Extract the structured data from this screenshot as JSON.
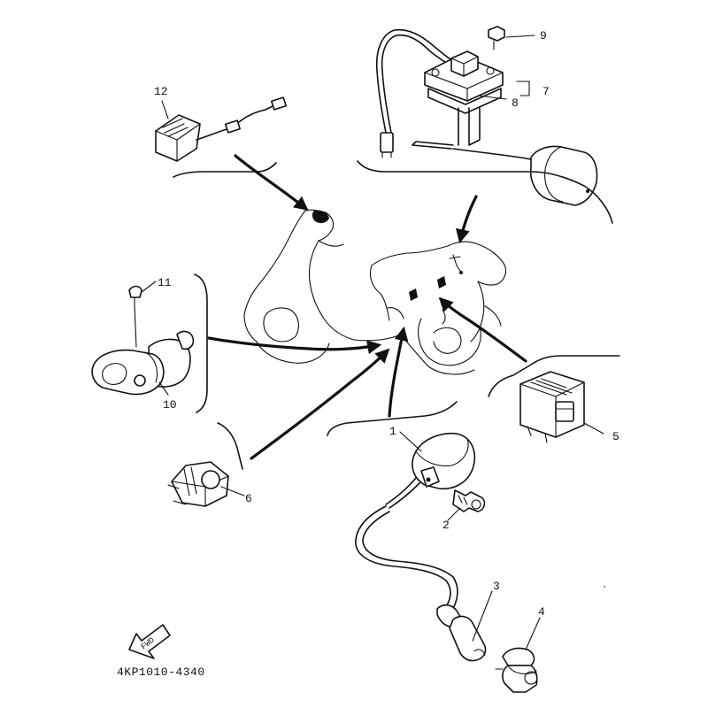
{
  "diagram": {
    "drawing_code": "4KP1010-4340",
    "fwd_label": "FWD",
    "callouts": [
      {
        "id": "callout-1",
        "text": "1"
      },
      {
        "id": "callout-2",
        "text": "2"
      },
      {
        "id": "callout-3",
        "text": "3"
      },
      {
        "id": "callout-4",
        "text": "4"
      },
      {
        "id": "callout-5",
        "text": "5"
      },
      {
        "id": "callout-6",
        "text": "6"
      },
      {
        "id": "callout-7",
        "text": "7"
      },
      {
        "id": "callout-8",
        "text": "8"
      },
      {
        "id": "callout-9",
        "text": "9"
      },
      {
        "id": "callout-10",
        "text": "10"
      },
      {
        "id": "callout-11",
        "text": "11"
      },
      {
        "id": "callout-12",
        "text": "12"
      }
    ]
  }
}
